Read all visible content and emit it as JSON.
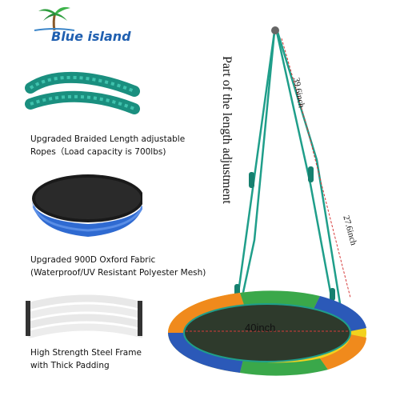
{
  "logo": {
    "text": "Blue island"
  },
  "features": [
    {
      "line1": "Upgraded Braided Length adjustable",
      "line2": "Ropes（Load capacity is 700lbs)"
    },
    {
      "line1": "Upgraded 900D Oxford Fabric",
      "line2": "(Waterproof/UV Resistant Polyester Mesh)"
    },
    {
      "line1": "High Strength Steel Frame",
      "line2": "with Thick Padding"
    }
  ],
  "annotations": {
    "adjustment_label": "Part of the length adjustment",
    "rope_top_length": "39.6inch",
    "rope_bottom_length": "27.6inch",
    "diameter": "40inch"
  },
  "colors": {
    "rope": "#1f9e8a",
    "logo_blue": "#1f5fb0",
    "dimension_arrow": "#d63a3a",
    "swing_green": "#3aa84a",
    "swing_blue": "#2b59b8",
    "swing_orange": "#f08a1c",
    "swing_yellow": "#f2d21e"
  }
}
